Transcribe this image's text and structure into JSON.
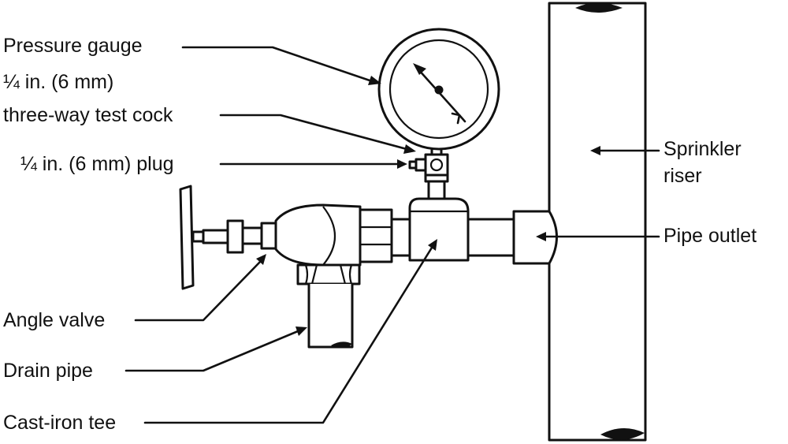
{
  "labels": {
    "pressure_gauge": "Pressure gauge",
    "test_cock_line1": "¼ in. (6 mm)",
    "test_cock_line2": "three-way test cock",
    "plug": "¼ in. (6 mm) plug",
    "sprinkler_riser_line1": "Sprinkler",
    "sprinkler_riser_line2": "riser",
    "pipe_outlet": "Pipe outlet",
    "angle_valve": "Angle valve",
    "drain_pipe": "Drain pipe",
    "cast_iron_tee": "Cast-iron tee"
  }
}
